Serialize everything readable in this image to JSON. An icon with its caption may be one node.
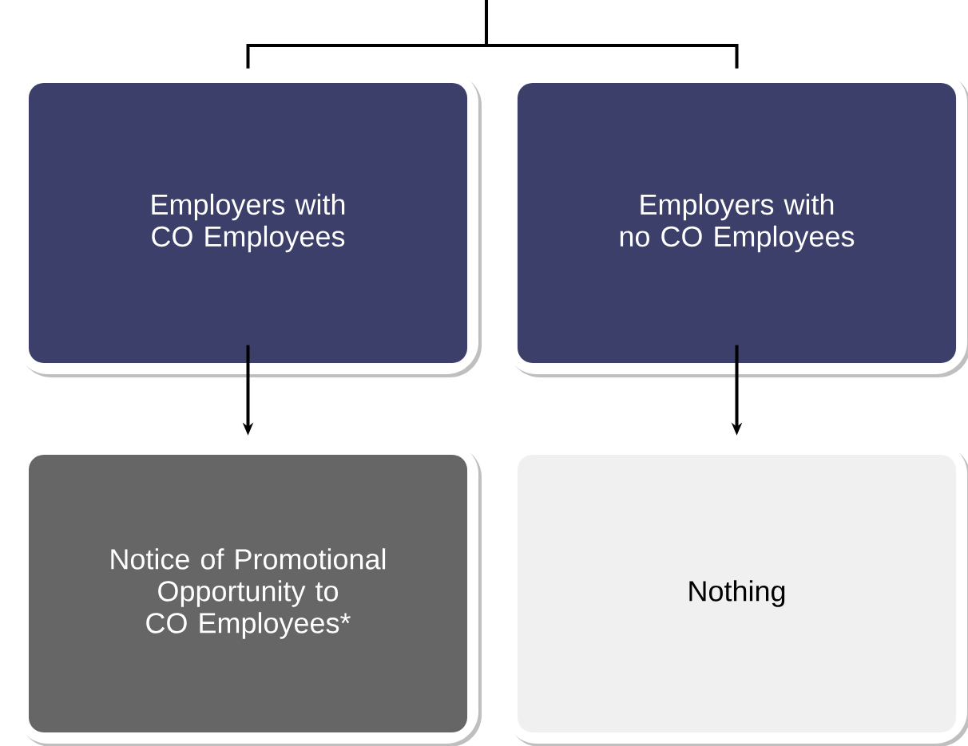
{
  "diagram": {
    "nodes": [
      {
        "text": [
          "Employers with CO Employees"
        ]
      },
      {
        "text": [
          "Employers with no CO Employees"
        ]
      },
      {
        "text": [
          "Notice of Promotional Opportunity to CO Employees*"
        ]
      },
      {
        "text": [
          "Nothing"
        ]
      }
    ],
    "edges": [
      {
        "from": null,
        "to": 0,
        "arrow": "none"
      },
      {
        "from": null,
        "to": 1,
        "arrow": "none"
      },
      {
        "from": 0,
        "to": 2,
        "arrow": "to"
      },
      {
        "from": 1,
        "to": 3,
        "arrow": "to"
      }
    ]
  }
}
